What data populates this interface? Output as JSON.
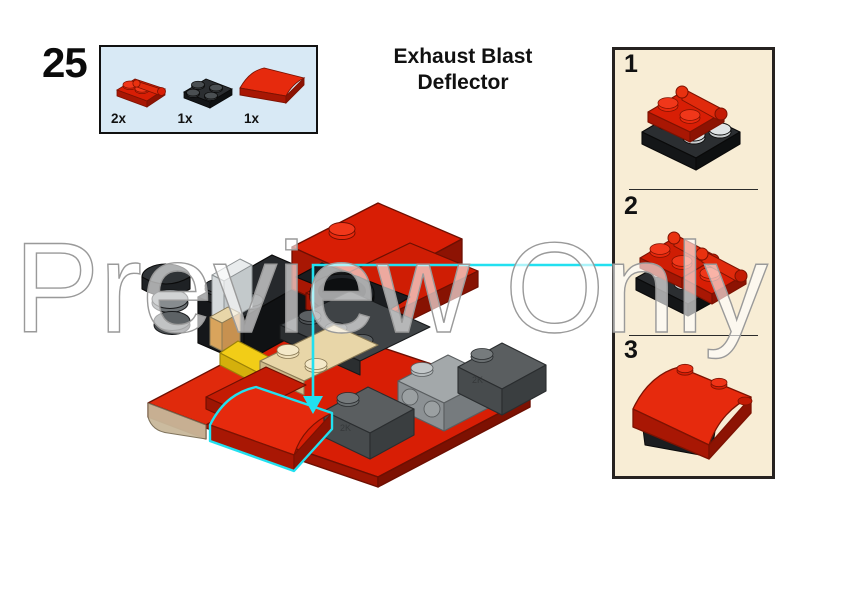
{
  "page": {
    "step_number": "25",
    "title": "Exhaust Blast Deflector",
    "title_line1": "Exhaust Blast",
    "title_line2": "Deflector",
    "watermark": "Preview Only",
    "background_color": "#ffffff"
  },
  "parts_callout": {
    "background_color": "#d8e9f5",
    "border_color": "#111111",
    "parts": [
      {
        "quantity": "2x",
        "name": "plate-1x2-with-handle",
        "color": "#d81e05",
        "color_name": "red"
      },
      {
        "quantity": "1x",
        "name": "plate-2x2",
        "color": "#1b1d20",
        "color_name": "black"
      },
      {
        "quantity": "1x",
        "name": "slope-curved-2x4",
        "color": "#d81e05",
        "color_name": "red"
      }
    ]
  },
  "substep_panel": {
    "background_color": "#f8edd5",
    "border_color": "#262220",
    "steps": [
      {
        "number": "1",
        "name": "substep-red-handle-on-black-plate"
      },
      {
        "number": "2",
        "name": "substep-two-red-handle-plates"
      },
      {
        "number": "3",
        "name": "substep-red-curved-slope"
      }
    ]
  },
  "assembly": {
    "name": "main-model-assembly",
    "highlight_color": "#22e0f0",
    "arrow_direction": "down",
    "colors": {
      "red": "#d81e05",
      "dark_red": "#9d1503",
      "black": "#1b1d20",
      "dark_gray": "#5a5e60",
      "light_gray": "#a3a8aa",
      "tan": "#e8d6a8",
      "yellow": "#f2cd17",
      "trans_white": "#e9eced"
    }
  }
}
